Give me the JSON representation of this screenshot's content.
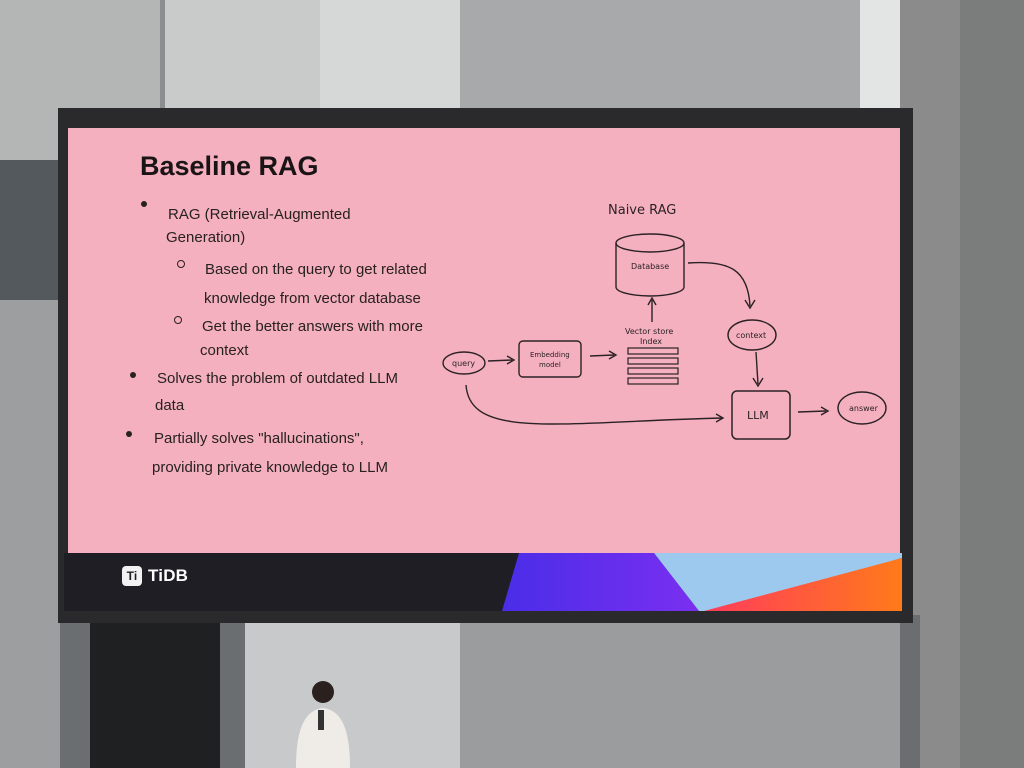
{
  "slide": {
    "title": "Baseline RAG",
    "bullets": {
      "b1": "RAG (Retrieval-Augmented",
      "b1b": "Generation)",
      "s1": "Based on the query to get related",
      "s1b": "knowledge from vector database",
      "s2": "Get the better answers with more",
      "s2b": "context",
      "b2": "Solves the problem of outdated LLM",
      "b2b": "data",
      "b3": "Partially solves \"hallucinations\",",
      "b3b": "providing private knowledge to LLM"
    },
    "diagram": {
      "title": "Naive RAG",
      "database": "Database",
      "vector_store_1": "Vector store",
      "vector_store_2": "Index",
      "context": "context",
      "query": "query",
      "embedding_1": "Embedding",
      "embedding_2": "model",
      "llm": "LLM",
      "answer": "answer"
    },
    "footer_logo": "TiDB",
    "footer_logo_mark": "Ti"
  },
  "colors": {
    "slide_bg": "#f5b0c0",
    "footer_bg": "#1e1e24",
    "gradient_purple": "#5b2ff0",
    "gradient_orange": "#ff6b1a"
  }
}
